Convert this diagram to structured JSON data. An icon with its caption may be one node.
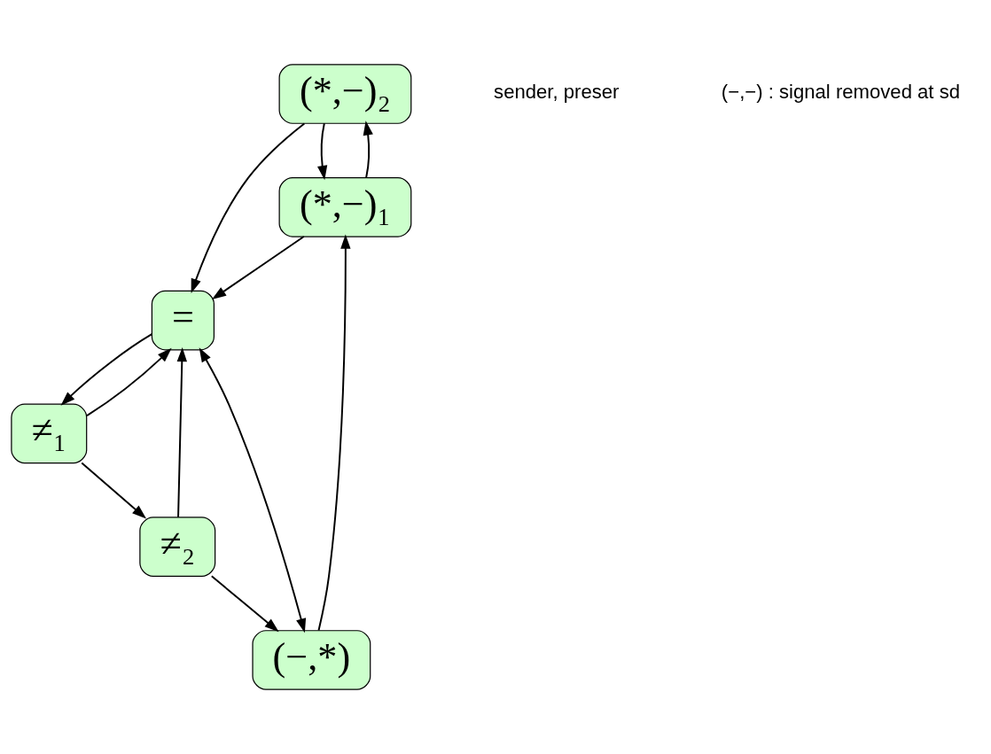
{
  "diagram": {
    "nodes": [
      {
        "text": [
          "(*,−)₂"
        ]
      },
      {
        "text": [
          "(*,−)₁"
        ]
      },
      {
        "text": [
          "="
        ]
      },
      {
        "text": [
          "≠₁"
        ]
      },
      {
        "text": [
          "(−,*)"
        ]
      },
      {
        "text": [
          "≠₂"
        ]
      }
    ],
    "edges": [
      {
        "from": 0,
        "to": 1,
        "arrow": "to"
      },
      {
        "from": 1,
        "to": 0,
        "arrow": "to"
      },
      {
        "from": 0,
        "to": 2,
        "arrow": "to"
      },
      {
        "from": 1,
        "to": 2,
        "arrow": "to"
      },
      {
        "from": 2,
        "to": 3,
        "arrow": "to"
      },
      {
        "from": 3,
        "to": 2,
        "arrow": "to"
      },
      {
        "from": 3,
        "to": 5,
        "arrow": "to"
      },
      {
        "from": 5,
        "to": 4,
        "arrow": "to"
      },
      {
        "from": 5,
        "to": 2,
        "arrow": "to"
      },
      {
        "from": 4,
        "to": 2,
        "arrow": "both"
      },
      {
        "from": 4,
        "to": 1,
        "arrow": "to"
      }
    ],
    "labels": [
      "sender, preser",
      "(−,−) : signal removed at sd"
    ]
  }
}
